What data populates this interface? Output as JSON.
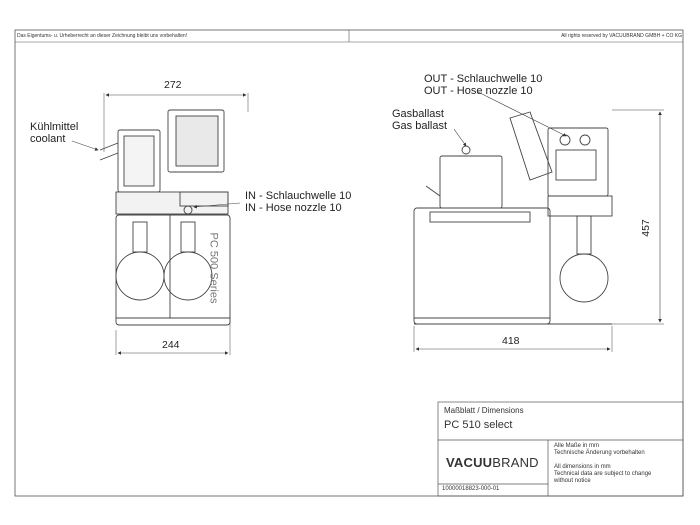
{
  "header": {
    "left_notice": "Das Eigentums- u. Urheberrecht an dieser Zeichnung bleibt uns vorbehalten!",
    "right_notice": "All rights reserved by VACUUBRAND GMBH + CO KG"
  },
  "front_view": {
    "width_top": "272",
    "width_bottom": "244",
    "coolant_de": "Kühlmittel",
    "coolant_en": "coolant",
    "in_de": "IN - Schlauchwelle 10",
    "in_en": "IN - Hose nozzle 10",
    "series_label": "PC 500 Series"
  },
  "side_view": {
    "out_de": "OUT - Schlauchwelle 10",
    "out_en": "OUT - Hose nozzle 10",
    "gas_de": "Gasballast",
    "gas_en": "Gas ballast",
    "depth": "418",
    "height": "457"
  },
  "title_block": {
    "sheet_type": "Maßblatt / Dimensions",
    "model": "PC 510 select",
    "brand_bold": "VACUU",
    "brand_light": "BRAND",
    "note_de_1": "Alle Maße in mm",
    "note_de_2": "Technische Änderung vorbehalten",
    "note_en_1": "All dimensions in mm",
    "note_en_2": "Technical data are subject to change",
    "note_en_3": "without notice",
    "doc_number": "10000018823-000-01"
  }
}
